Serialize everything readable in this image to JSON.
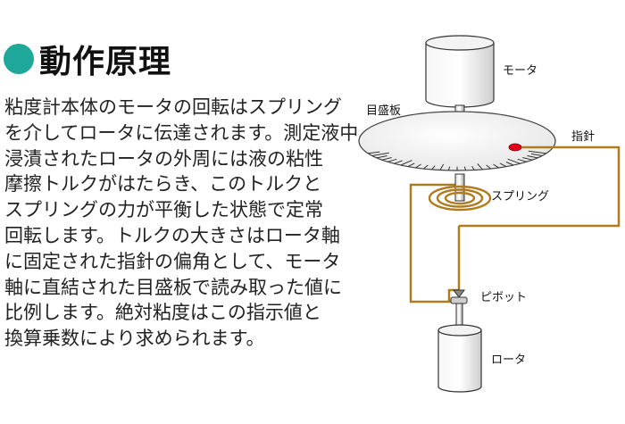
{
  "heading": {
    "title": "動作原理",
    "accent_color": "#1ea89a"
  },
  "body_lines": [
    "粘度計本体のモータの回転はスプリング",
    "を介してロータに伝達されます。測定液中、",
    "浸漬されたロータの外周には液の粘性",
    "摩擦トルクがはたらき、このトルクと",
    "スプリングの力が平衡した状態で定常",
    "回転します。トルクの大きさはロータ軸",
    "に固定された指針の偏角として、モータ",
    "軸に直結された目盛板で読み取った値に",
    "比例します。絶対粘度はこの指示値と",
    "換算乗数により求められます。"
  ],
  "diagram": {
    "labels": {
      "motor": "モータ",
      "dial": "目盛板",
      "pointer": "指針",
      "spring": "スプリング",
      "pivot": "ピボット",
      "rotor": "ロータ"
    },
    "colors": {
      "linkage": "#b07a1e",
      "pointer_mark": "#e0001a",
      "outline": "#333333"
    }
  }
}
